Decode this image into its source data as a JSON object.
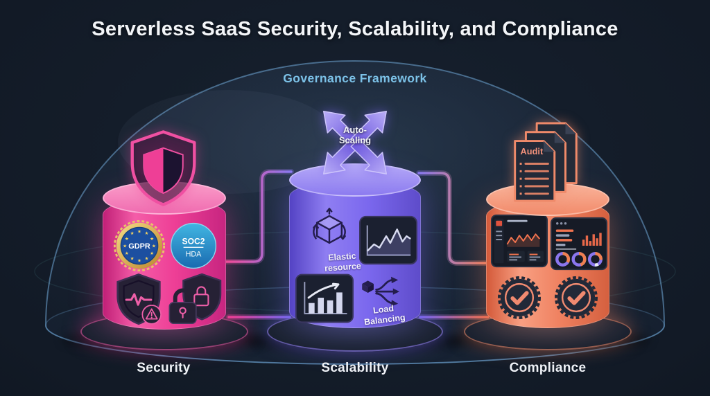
{
  "title": "Serverless SaaS Security, Scalability, and Compliance",
  "governance": {
    "label": "Governance Framework"
  },
  "security": {
    "label": "Security",
    "gdpr_badge": {
      "label": "GDPR"
    },
    "soc2_badge": {
      "line1": "SOC2",
      "line2": "HDA"
    }
  },
  "scalability": {
    "label": "Scalability",
    "auto_scaling": {
      "line1": "Auto-",
      "line2": "Scaling"
    },
    "elastic": {
      "line1": "Elastic",
      "line2": "resource"
    },
    "load_balancing": {
      "line1": "Load",
      "line2": "Balancing"
    }
  },
  "compliance": {
    "label": "Compliance",
    "audit_label": "Audit"
  },
  "icons": {
    "security_top": "shield-icon",
    "security_row": [
      "shield-pulse-alert-icon",
      "lock-shield-icon"
    ],
    "scalability_top": "auto-scaling-arrows-icon",
    "scalability_row": [
      "elastic-cube-icon",
      "line-chart-icon",
      "bar-chart-icon",
      "load-balancing-icon"
    ],
    "compliance_top": "audit-documents-icon",
    "compliance_row": [
      "dashboard-line-chart-icon",
      "dashboard-donut-icon",
      "check-seal-icon",
      "check-seal-icon"
    ]
  },
  "colors": {
    "background": "#10161f",
    "security_pink": "#ee3f96",
    "scalability_purple": "#7b68ee",
    "compliance_coral": "#ef8160",
    "dome_rim_blue": "#6fb4e0",
    "governance_text": "#7cc2e8",
    "gdpr_gold": "#e2b34d",
    "soc2_blue": "#2a8fc8"
  }
}
